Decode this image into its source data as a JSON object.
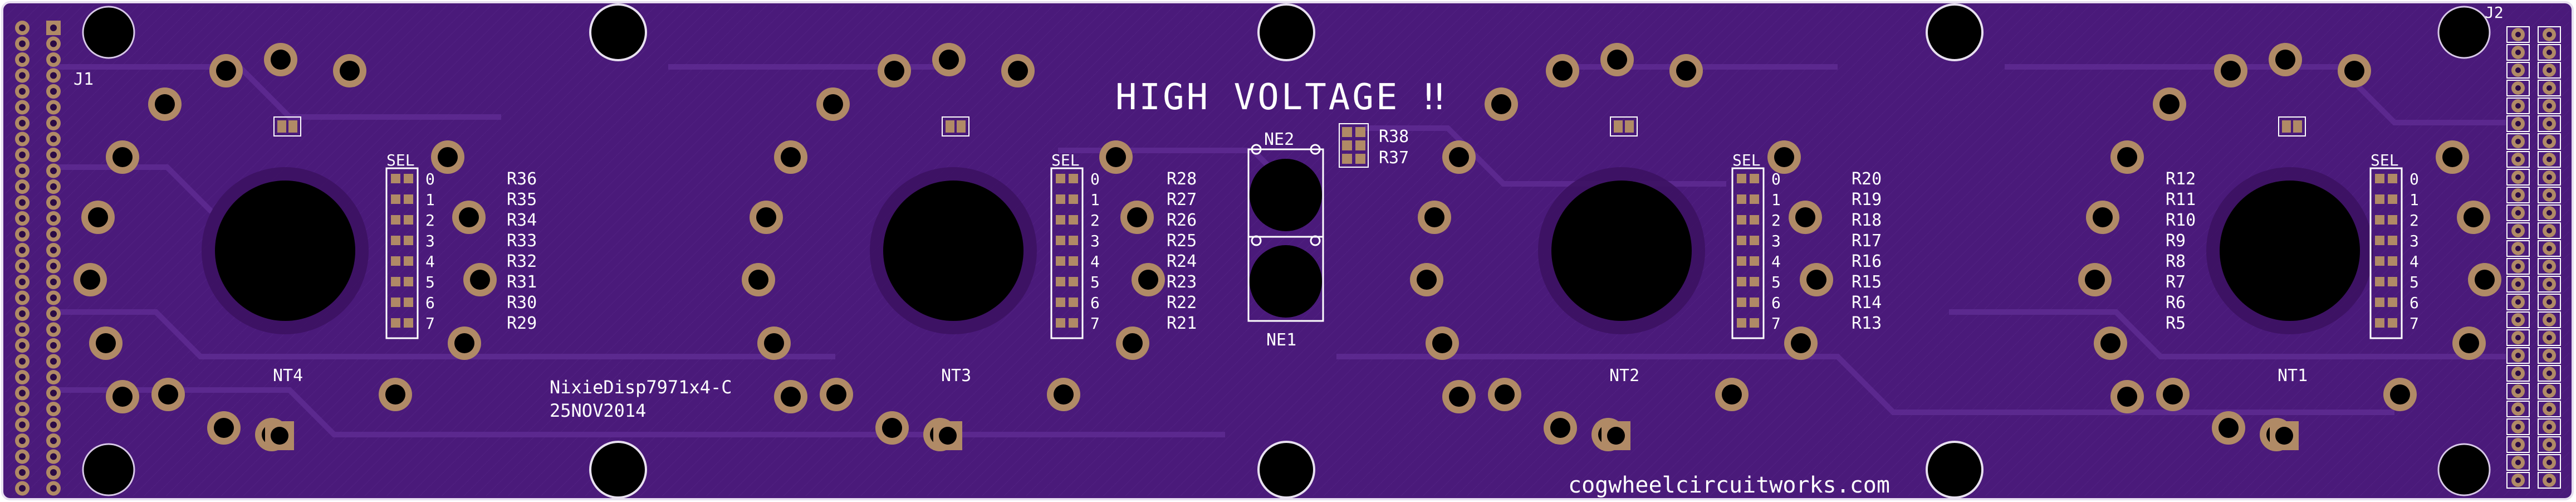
{
  "board": {
    "warning": "HIGH VOLTAGE ‼",
    "model": "NixieDisp7971x4-C",
    "date": "25NOV2014",
    "website": "cogwheelcircuitworks.com",
    "colors": {
      "board": "#4a1a7a",
      "board_dark": "#3a1266",
      "trace": "#5a2a8c",
      "copper": "#b08a66",
      "silk": "#ffffff",
      "hole": "#000000"
    }
  },
  "connectors": {
    "j1": "J1",
    "j2": "J2"
  },
  "neons": {
    "ne1": "NE1",
    "ne2": "NE2",
    "r38": "R38",
    "r37": "R37"
  },
  "sel_label": "SEL",
  "sel_numbers": [
    "0",
    "1",
    "2",
    "3",
    "4",
    "5",
    "6",
    "7"
  ],
  "tubes": [
    {
      "label": "NT4",
      "resistors": [
        "R36",
        "R35",
        "R34",
        "R33",
        "R32",
        "R31",
        "R30",
        "R29"
      ]
    },
    {
      "label": "NT3",
      "resistors": [
        "R28",
        "R27",
        "R26",
        "R25",
        "R24",
        "R23",
        "R22",
        "R21"
      ]
    },
    {
      "label": "NT2",
      "resistors": [
        "R20",
        "R19",
        "R18",
        "R17",
        "R16",
        "R15",
        "R14",
        "R13"
      ]
    },
    {
      "label": "NT1",
      "resistors": [
        "R12",
        "R11",
        "R10",
        "R9",
        "R8",
        "R7",
        "R6",
        "R5"
      ]
    }
  ]
}
